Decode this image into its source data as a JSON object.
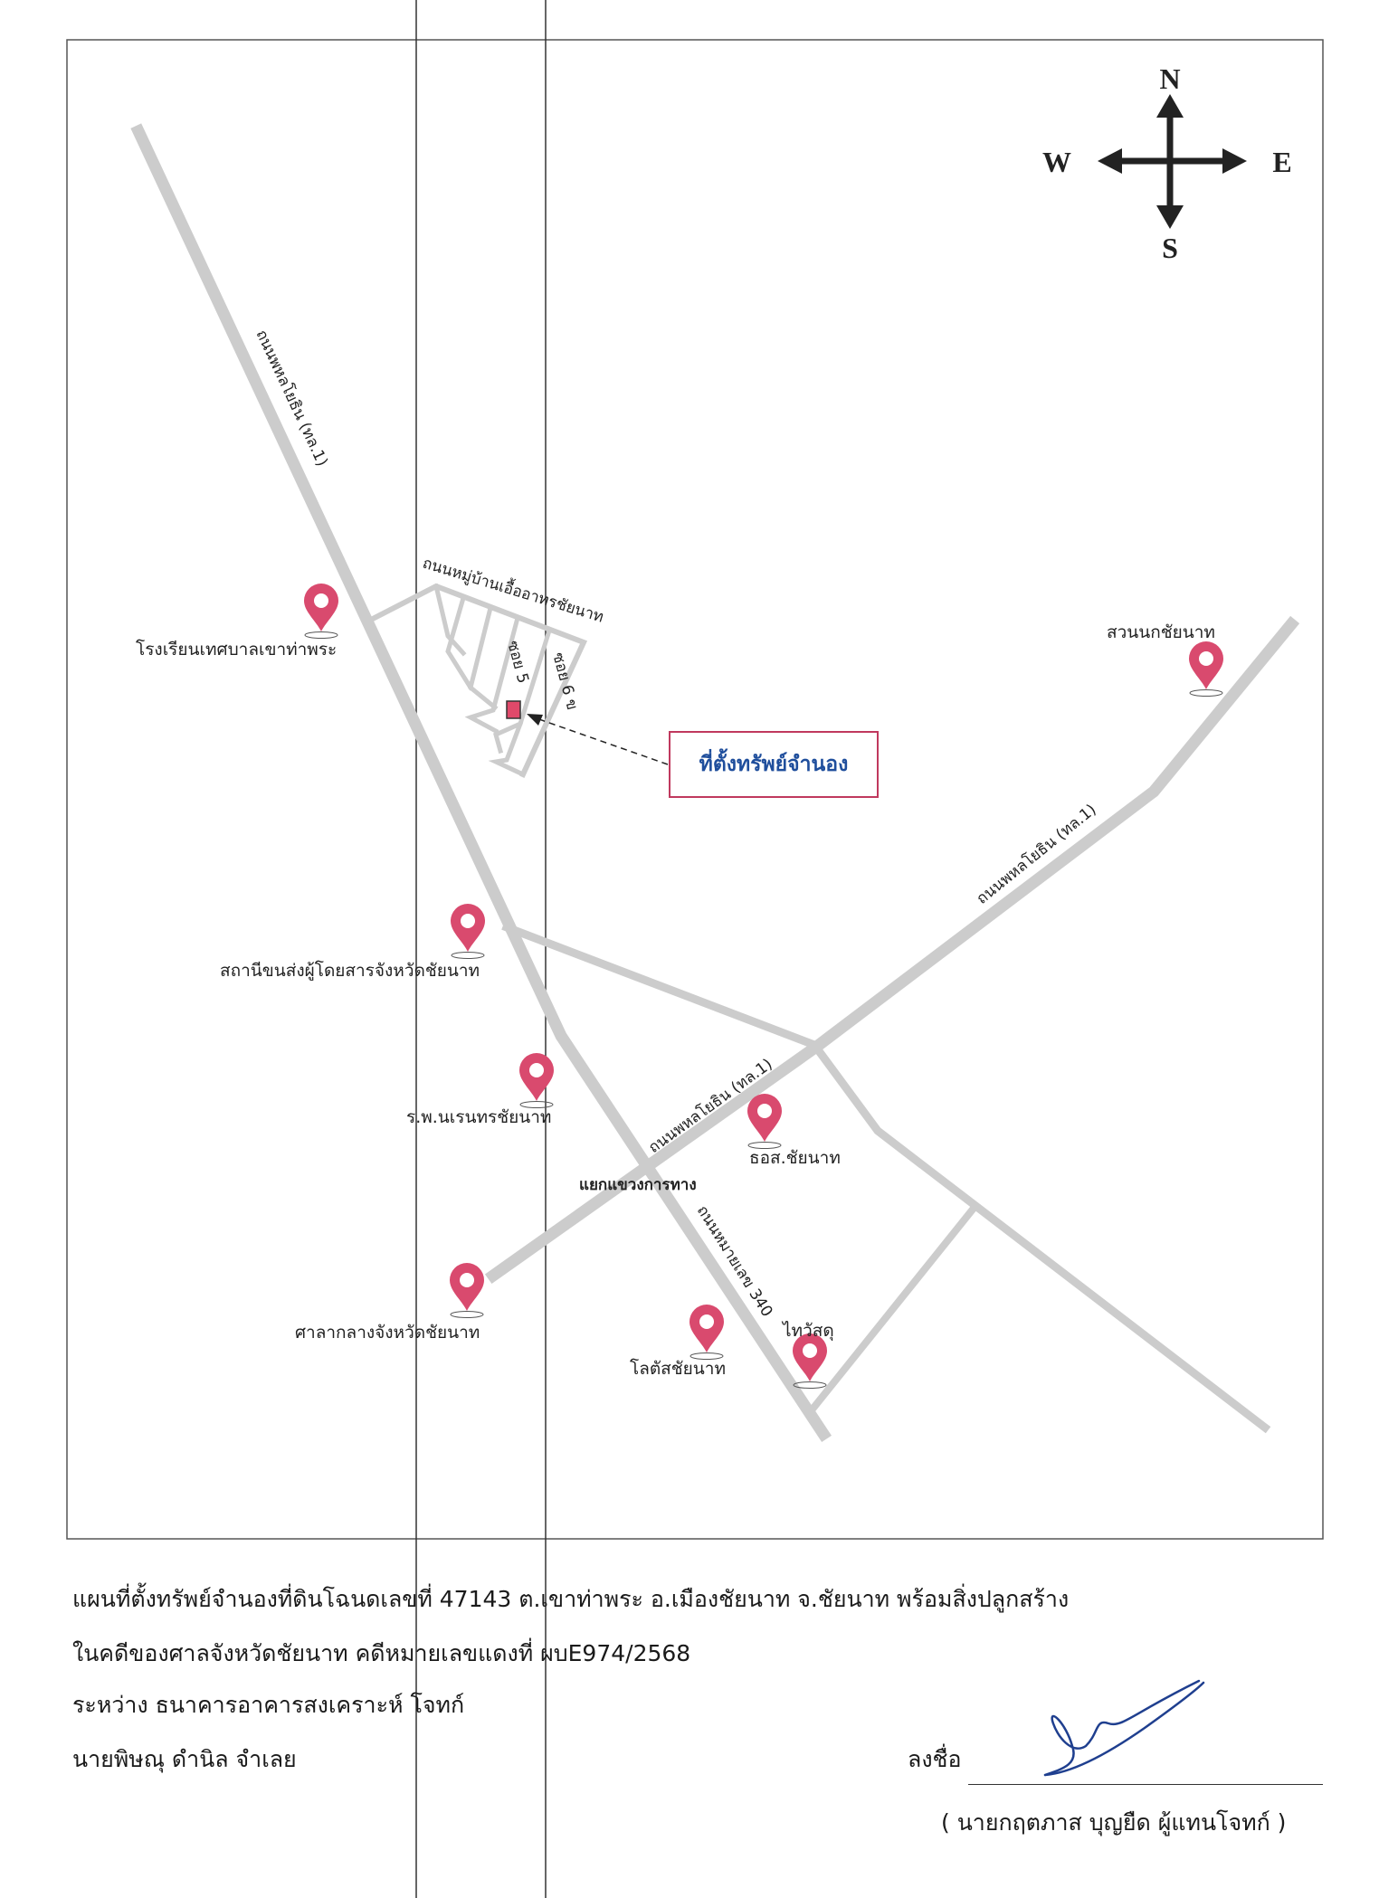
{
  "compass": {
    "n": "N",
    "s": "S",
    "e": "E",
    "w": "W"
  },
  "property_label": "ที่ตั้งทรัพย์จำนอง",
  "roads": {
    "phahon_north": "ถนนพหลโยธิน (ทล.1)",
    "phahon_east": "ถนนพหลโยธิน (ทล.1)",
    "phahon_center": "ถนนพหลโยธิน (ทล.1)",
    "village_road": "ถนนหมู่บ้านเอื้ออาทรชัยนาท",
    "soi5": "ซอย 5",
    "soi6": "ซอย 6 ข",
    "route340": "ถนนหมายเลข 340",
    "junction": "แยกแขวงการทาง"
  },
  "landmarks": [
    {
      "id": "school",
      "label": "โรงเรียนเทศบาลเขาท่าพระ"
    },
    {
      "id": "bird_park",
      "label": "สวนนกชัยนาท"
    },
    {
      "id": "bus_station",
      "label": "สถานีขนส่งผู้โดยสารจังหวัดชัยนาท"
    },
    {
      "id": "hospital",
      "label": "ร.พ.นเรนทรชัยนาท"
    },
    {
      "id": "baac",
      "label": "ธอส.ชัยนาท"
    },
    {
      "id": "city_hall",
      "label": "ศาลากลางจังหวัดชัยนาท"
    },
    {
      "id": "lotus",
      "label": "โลตัสชัยนาท"
    },
    {
      "id": "thaiwatsadu",
      "label": "ไทวัสดุ"
    }
  ],
  "footer": {
    "line1": "แผนที่ตั้งทรัพย์จำนองที่ดินโฉนดเลขที่ 47143  ต.เขาท่าพระ  อ.เมืองชัยนาท  จ.ชัยนาท  พร้อมสิ่งปลูกสร้าง",
    "line2": "ในคดีของศาลจังหวัดชัยนาท  คดีหมายเลขแดงที่ ผบE974/2568",
    "line3": "ระหว่าง  ธนาคารอาคารสงเคราะห์      โจทก์",
    "line4": "นายพิษณุ  ดำนิล      จำเลย",
    "sign_label": "ลงชื่อ",
    "signer": "( นายกฤตภาส  บุญยืด ผู้แทนโจทก์ )"
  },
  "colors": {
    "road": "#cccccc",
    "pin": "#d94a6e",
    "callout_border": "#c0395e",
    "callout_text": "#1f4e9c"
  }
}
